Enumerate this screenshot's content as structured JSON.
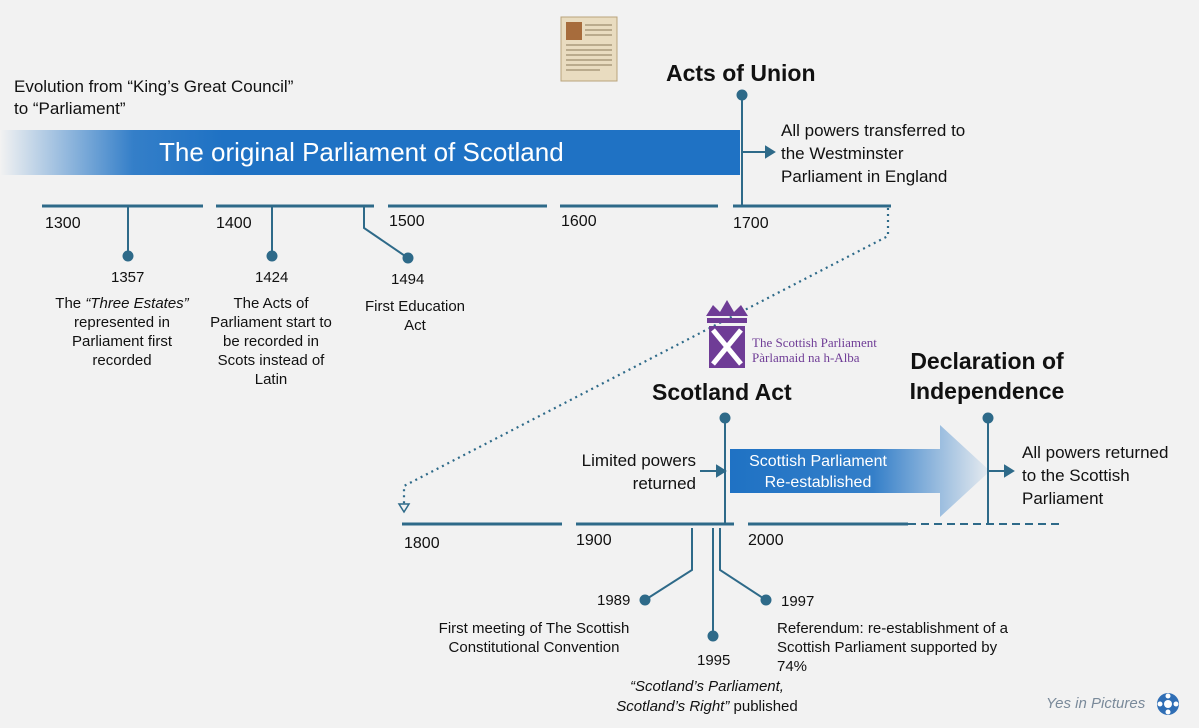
{
  "intro": {
    "line1": "Evolution from “King’s Great Council”",
    "line2": "to “Parliament”"
  },
  "banner_original": "The original Parliament of Scotland",
  "acts_of_union": {
    "title": "Acts of Union",
    "desc": [
      "All powers transferred to",
      "the Westminster",
      "Parliament in England"
    ]
  },
  "years_top": [
    "1300",
    "1400",
    "1500",
    "1600",
    "1700"
  ],
  "events_top": [
    {
      "year": "1357",
      "pre": "The ",
      "em": "“Three Estates”",
      "lines": [
        "represented in",
        "Parliament first",
        "recorded"
      ]
    },
    {
      "year": "1424",
      "lines": [
        "The Acts of",
        "Parliament start to",
        "be recorded in",
        "Scots instead of",
        "Latin"
      ]
    },
    {
      "year": "1494",
      "lines": [
        "First Education",
        "Act"
      ]
    }
  ],
  "logo": {
    "line1": "The Scottish Parliament",
    "line2": "Pàrlamaid na h-Alba"
  },
  "scotland_act": {
    "title": "Scotland Act"
  },
  "declaration": {
    "line1": "Declaration of",
    "line2": "Independence"
  },
  "limited": {
    "line1": "Limited powers",
    "line2": "returned"
  },
  "banner_new": {
    "line1": "Scottish Parliament",
    "line2": "Re-established"
  },
  "all_returned": [
    "All powers returned",
    "to the Scottish",
    "Parliament"
  ],
  "years_bottom": [
    "1800",
    "1900",
    "2000"
  ],
  "events_bottom": [
    {
      "year": "1989",
      "lines": [
        "First meeting of The Scottish",
        "Constitutional Convention"
      ]
    },
    {
      "year": "1995",
      "em1": "“Scotland’s Parliament,",
      "em2": "Scotland’s Right”",
      "post": " published"
    },
    {
      "year": "1997",
      "lines": [
        "Referendum: re-establishment of a",
        "Scottish Parliament supported by",
        "74%"
      ]
    }
  ],
  "watermark": "Yes in Pictures",
  "colors": {
    "line": "#2e6a89",
    "banner": "#1f72c4",
    "purple": "#6f3c96"
  }
}
